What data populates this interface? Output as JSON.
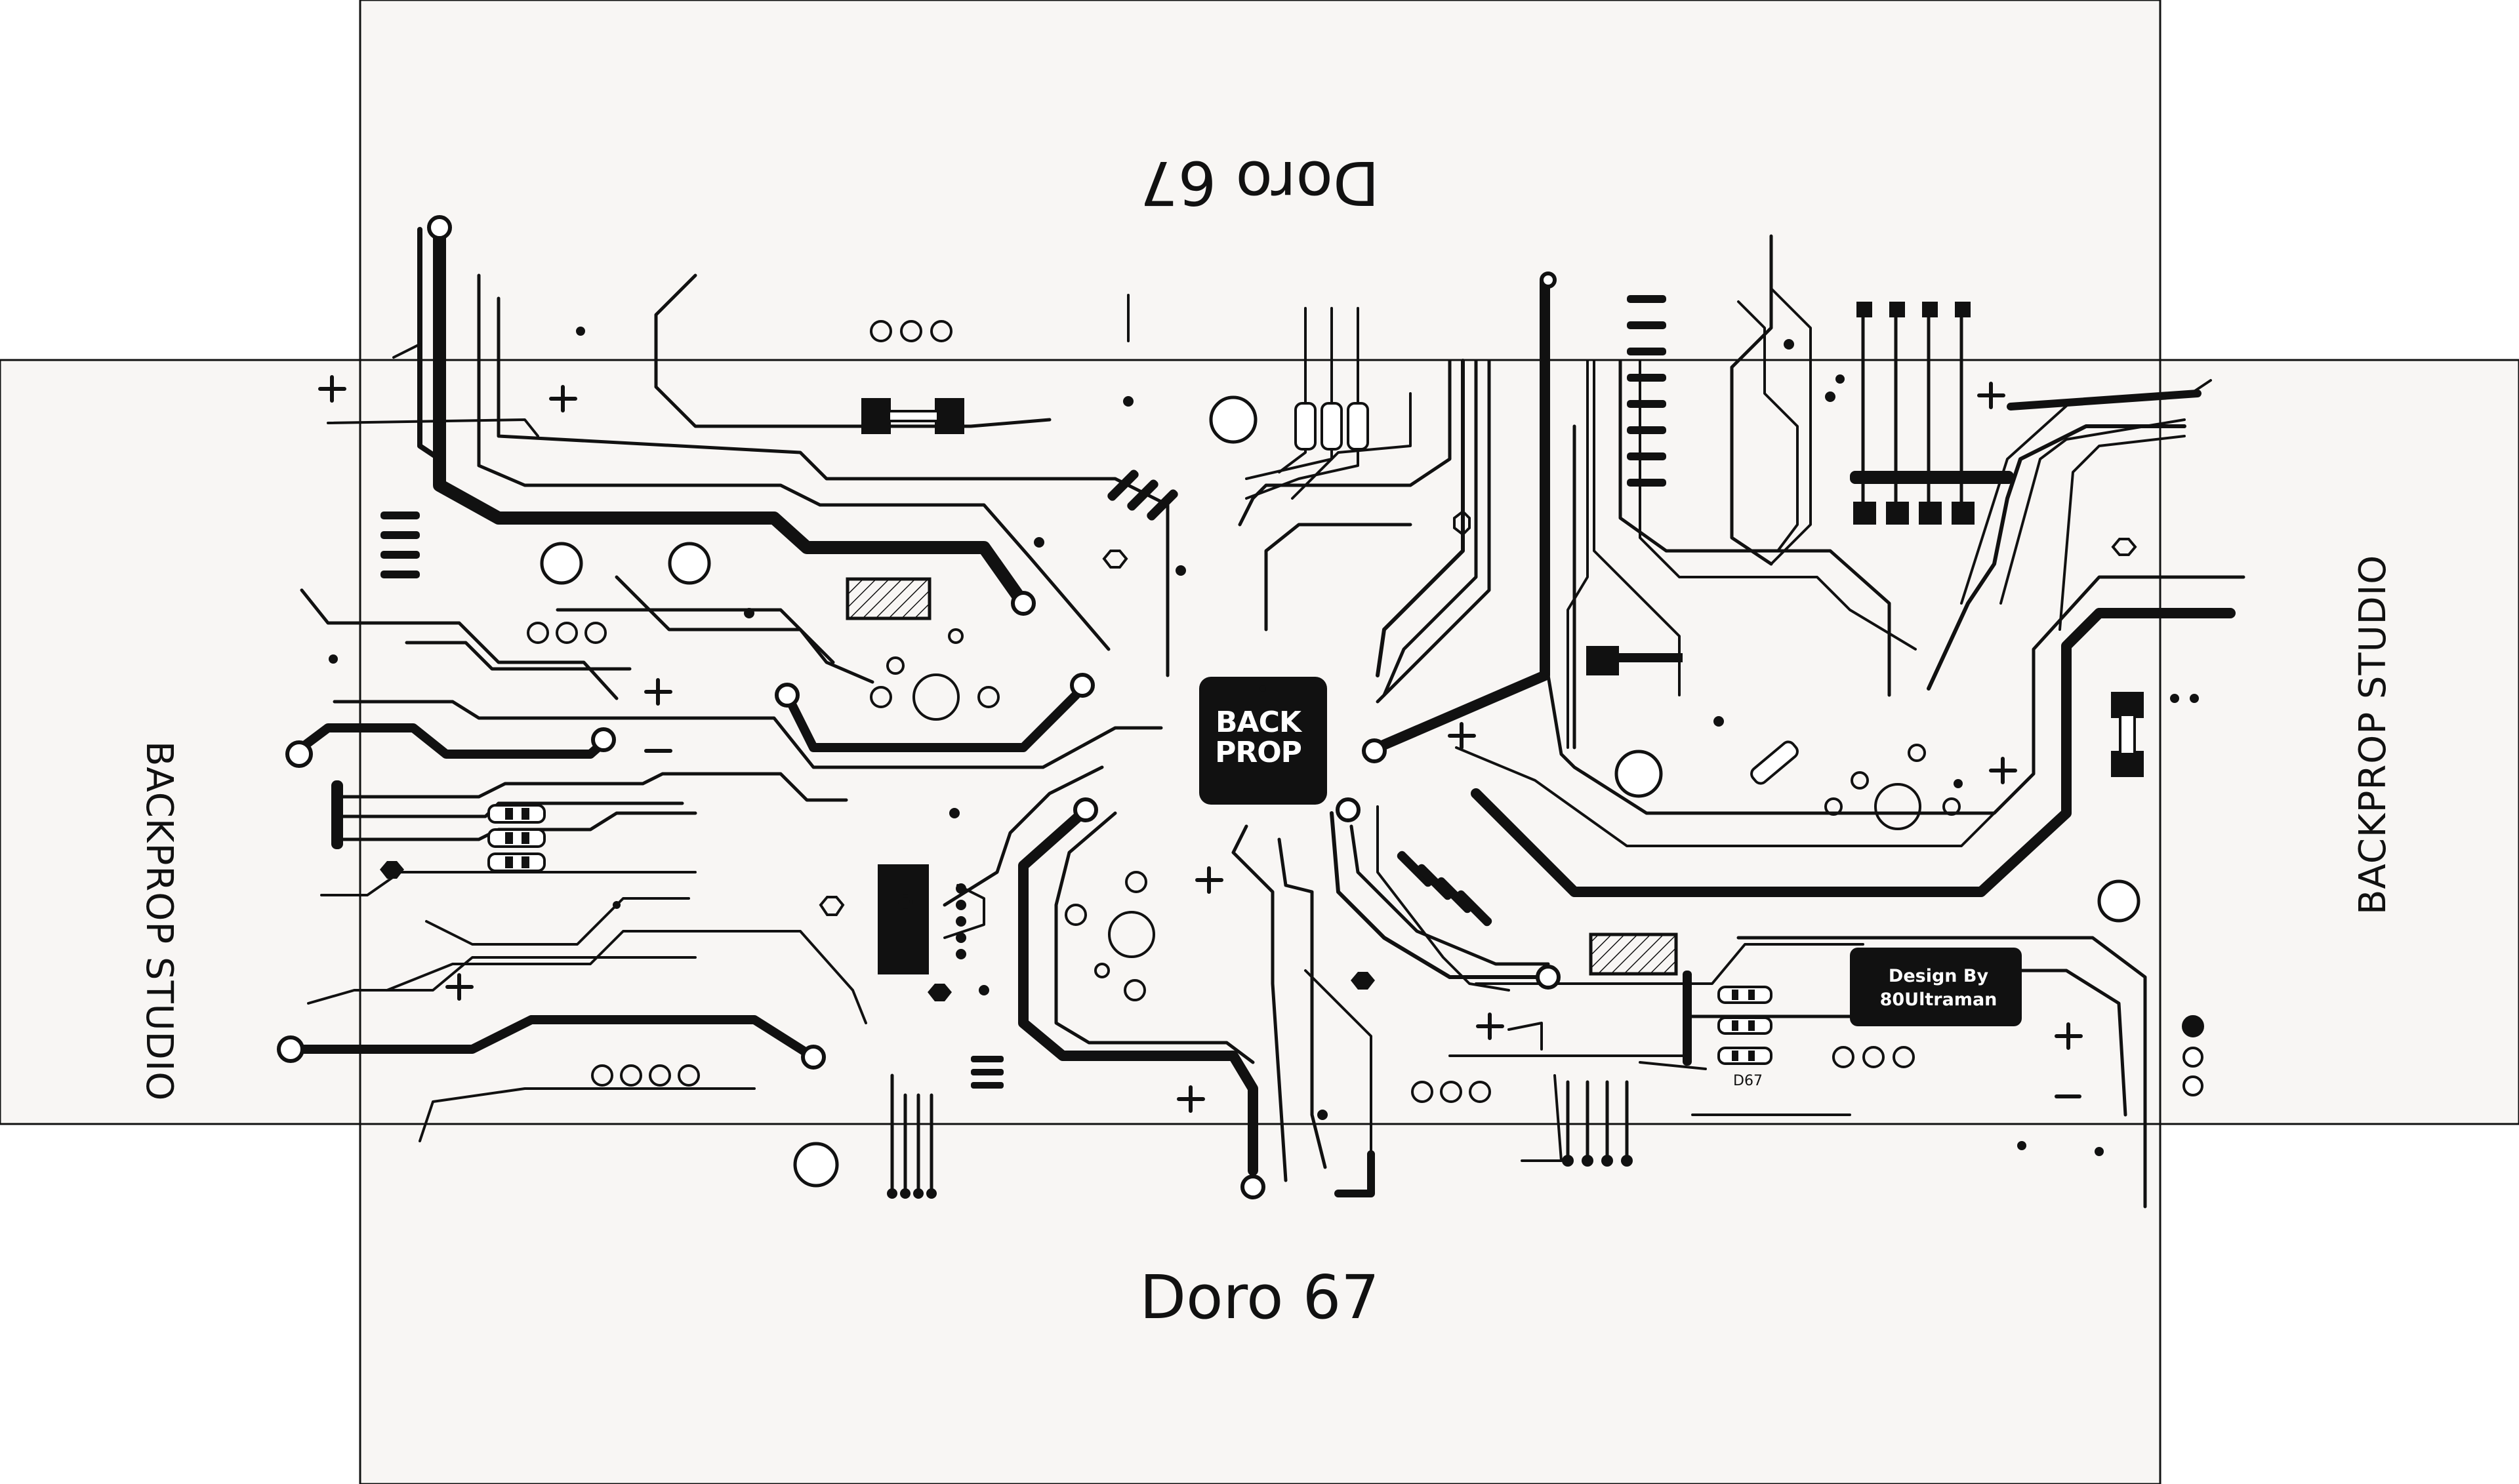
{
  "title_top": "Doro 67",
  "title_bottom": "Doro 67",
  "studio_left": "BACKPROP STUDIO",
  "studio_right": "BACKPROP STUDIO",
  "chip": {
    "line1": "BACK",
    "line2": "PROP"
  },
  "designer": {
    "line1": "Design By",
    "line2": "80Ultraman"
  },
  "resistor_label": "D67",
  "colors": {
    "paper": "#f8f6f4",
    "ink": "#111111",
    "background": "#ffffff"
  }
}
